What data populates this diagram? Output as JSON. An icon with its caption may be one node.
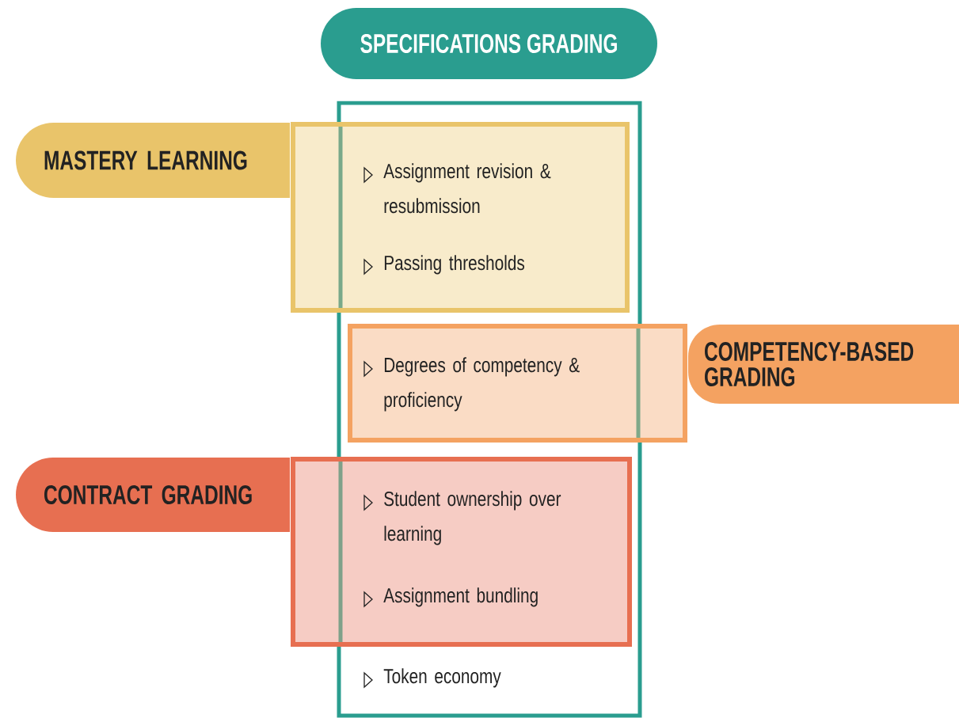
{
  "diagram": {
    "nodes": [
      {
        "text": [
          "SPECIFICATIONS GRADING"
        ]
      },
      {
        "text": [
          "Token economy"
        ]
      },
      {
        "text": [
          "MASTERY LEARNING"
        ]
      },
      {
        "text": [
          "Assignment revision & resubmission",
          "Passing thresholds"
        ]
      },
      {
        "text": [
          "COMPETENCY-BASED GRADING"
        ]
      },
      {
        "text": [
          "Degrees of competency & proficiency"
        ]
      },
      {
        "text": [
          "CONTRACT GRADING"
        ]
      },
      {
        "text": [
          "Student ownership over learning",
          "Assignment bundling"
        ]
      }
    ]
  }
}
